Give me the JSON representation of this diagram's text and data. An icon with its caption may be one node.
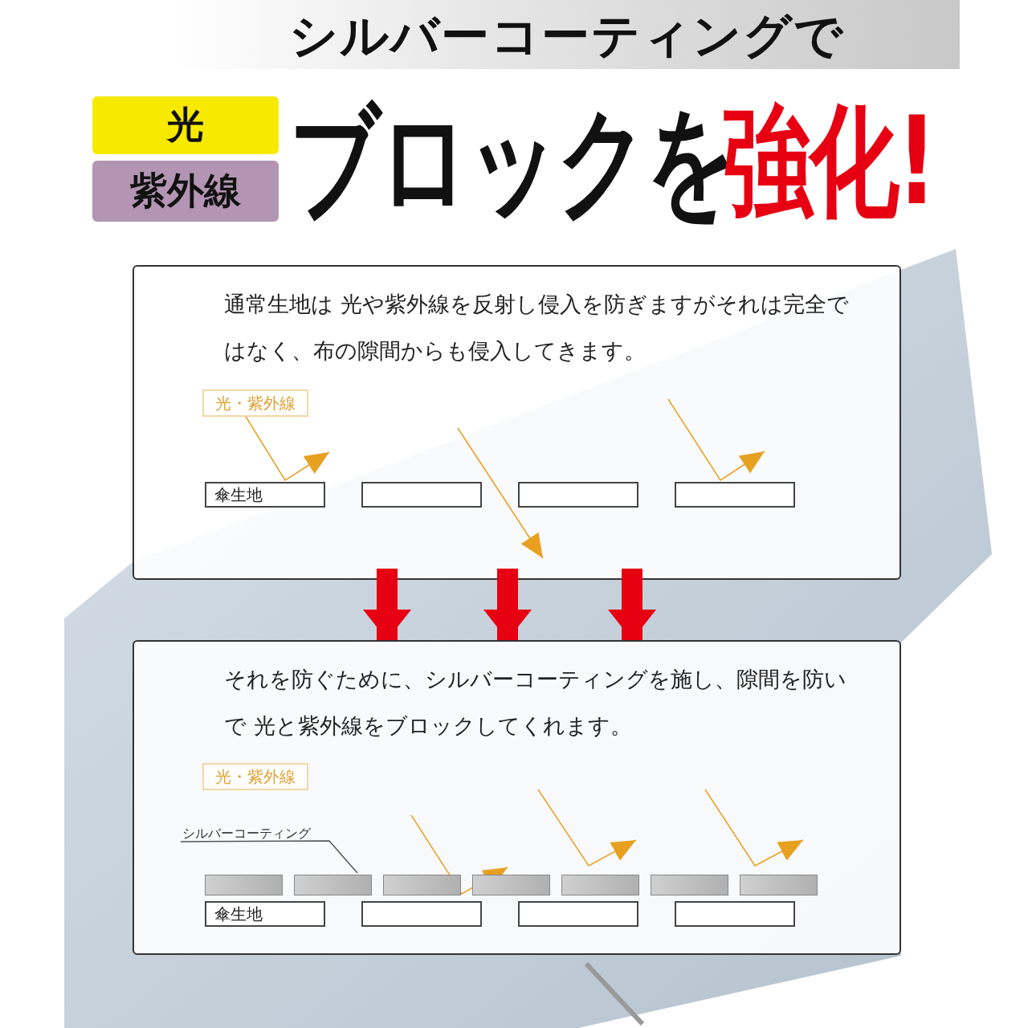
{
  "diagram": {
    "title": "シルバーコーティングで",
    "nodes": [
      {
        "text": [
          "光"
        ]
      },
      {
        "text": [
          "紫外線"
        ]
      },
      {
        "text": [
          "通常生地は 光や紫外線を反射し侵入を防ぎますがそれは完全ではなく、布の隙間からも侵入してきます。"
        ]
      },
      {
        "text": [
          "それを防ぐために、シルバーコーティングを施し、隙間を防いで 光と紫外線をブロックしてくれます。"
        ]
      },
      {
        "text": [
          "光・紫外線"
        ],
        "in": 2
      },
      {
        "text": [
          "傘生地"
        ],
        "in": 2
      },
      {
        "text": [],
        "shape": "box",
        "in": 2
      },
      {
        "text": [],
        "shape": "box",
        "in": 2
      },
      {
        "text": [],
        "shape": "box",
        "in": 2
      },
      {
        "text": [
          "光・紫外線"
        ],
        "in": 3
      },
      {
        "text": [
          "シルバーコーティング"
        ],
        "in": 3
      },
      {
        "text": [],
        "shape": "bar",
        "in": 3
      },
      {
        "text": [],
        "shape": "bar",
        "in": 3
      },
      {
        "text": [],
        "shape": "bar",
        "in": 3
      },
      {
        "text": [],
        "shape": "bar",
        "in": 3
      },
      {
        "text": [],
        "shape": "bar",
        "in": 3
      },
      {
        "text": [],
        "shape": "bar",
        "in": 3
      },
      {
        "text": [],
        "shape": "bar",
        "in": 3
      },
      {
        "text": [
          "傘生地"
        ],
        "in": 3
      },
      {
        "text": [],
        "shape": "box",
        "in": 3
      },
      {
        "text": [],
        "shape": "box",
        "in": 3
      },
      {
        "text": [],
        "shape": "box",
        "in": 3
      }
    ],
    "edges": [
      {
        "from": 4,
        "to": null,
        "arrow": "to",
        "color": "#e8a020"
      },
      {
        "from": 2,
        "to": 3,
        "arrow": "to",
        "color": "#e60012"
      },
      {
        "from": 2,
        "to": 3,
        "arrow": "to",
        "color": "#e60012"
      },
      {
        "from": 2,
        "to": 3,
        "arrow": "to",
        "color": "#e60012"
      },
      {
        "from": 10,
        "to": 12,
        "arrow": "none",
        "color": "#555555"
      }
    ],
    "labels": [
      "ブロックを",
      "強化!"
    ]
  }
}
